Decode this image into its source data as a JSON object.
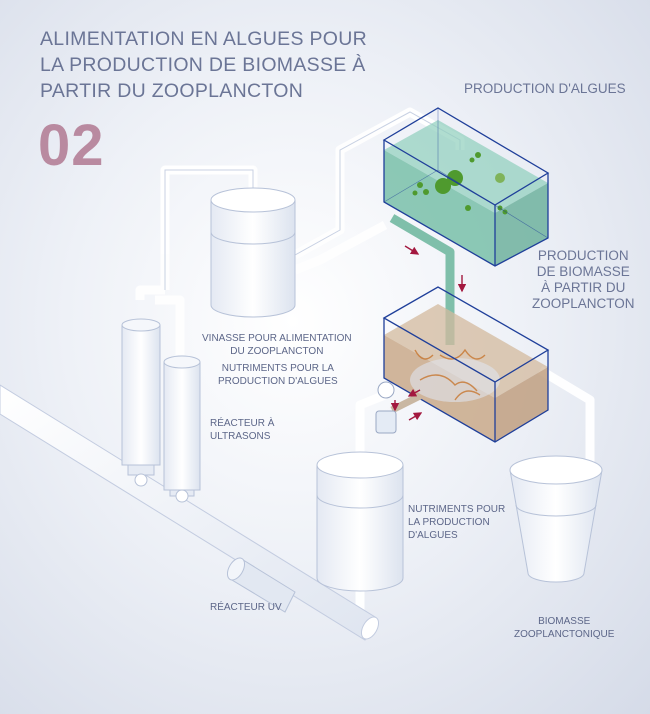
{
  "title": {
    "lines": [
      "ALIMENTATION EN ALGUES POUR",
      "LA PRODUCTION DE BIOMASSE À",
      "PARTIR DU ZOOPLANCTON"
    ],
    "number": "02"
  },
  "labels": {
    "algae_production": "PRODUCTION D'ALGUES",
    "biomass_production": [
      "PRODUCTION",
      "DE BIOMASSE",
      "À PARTIR DU",
      "ZOOPLANCTON"
    ],
    "vinasse": [
      "VINASSE POUR ALIMENTATION",
      "DU ZOOPLANCTON"
    ],
    "nutrients_top": [
      "NUTRIMENTS POUR LA",
      "PRODUCTION D'ALGUES"
    ],
    "ultrasound_reactor": [
      "RÉACTEUR À",
      "ULTRASONS"
    ],
    "nutrients_bottom": [
      "NUTRIMENTS POUR",
      "LA PRODUCTION",
      "D'ALGUES"
    ],
    "uv_reactor": "RÉACTEUR UV",
    "zooplankton_biomass": [
      "BIOMASSE",
      "ZOOPLANCTONIQUE"
    ]
  },
  "colors": {
    "title": "#6b7596",
    "number": "#b98aa0",
    "tank_outline": "#1f3f9a",
    "algae_water": "#6fb9a3",
    "zooplankton_water": "#c9a98a",
    "arrow": "#a3183f"
  }
}
